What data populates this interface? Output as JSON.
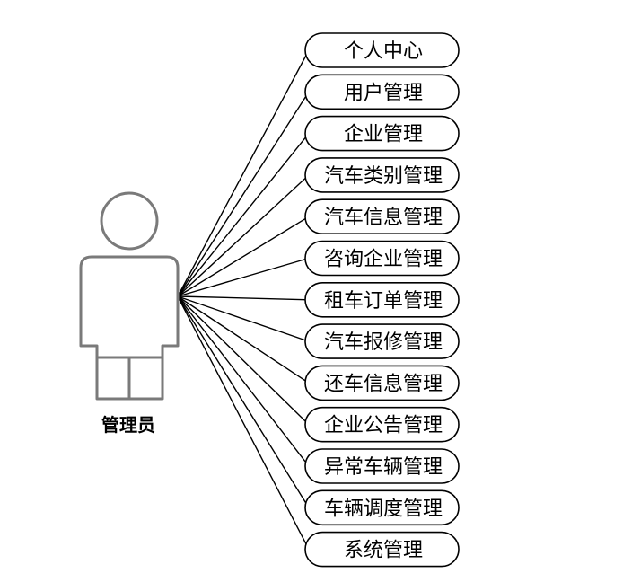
{
  "actor": {
    "name": "管理员",
    "icon": "person-icon"
  },
  "use_cases": [
    "个人中心",
    "用户管理",
    "企业管理",
    "汽车类别管理",
    "汽车信息管理",
    "咨询企业管理",
    "租车订单管理",
    "汽车报修管理",
    "还车信息管理",
    "企业公告管理",
    "异常车辆管理",
    "车辆调度管理",
    "系统管理"
  ],
  "colors": {
    "actor_stroke": "#7a7a7a",
    "line": "#000000",
    "background": "#ffffff"
  }
}
